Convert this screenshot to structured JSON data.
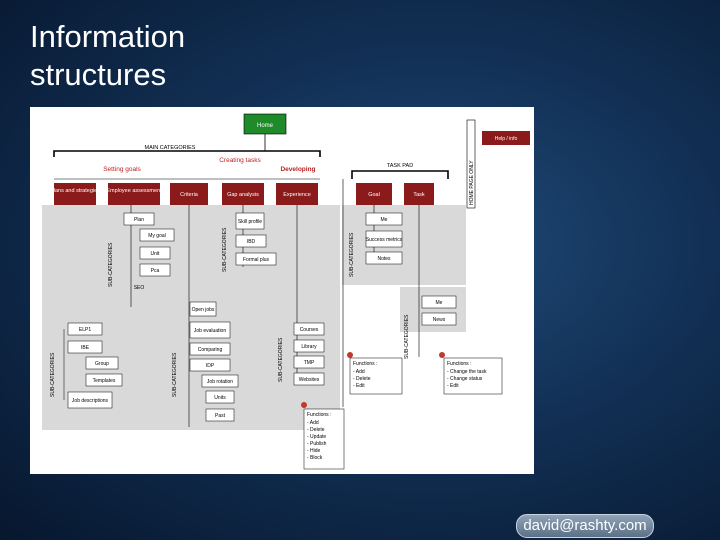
{
  "slide": {
    "title_lines": [
      "Information",
      "structures"
    ],
    "footer_badge": "david@rashty.com"
  },
  "colors": {
    "background": "#123055",
    "red_box": "#8b1a1a",
    "green_box": "#1f8a2a",
    "gray_panel": "#d9d9d9",
    "line": "#222222"
  },
  "diagram": {
    "home": "Home",
    "home_page_only": "HOME PAGE ONLY",
    "help": "Help / info",
    "main_categories": "MAIN CATEGORIES",
    "task_pad": "TASK PAD",
    "setting_goals": "Setting goals",
    "creating_tasks": "Creating tasks",
    "developing": "Developing",
    "red_boxes": {
      "plans": "Plans and strategies",
      "employee": "Employee assessment",
      "criteria": "Criteria",
      "gap": "Gap analysis",
      "experience": "Experience",
      "goal": "Goal",
      "task": "Task"
    },
    "sub_categories": "SUB-CATEGORIES",
    "boxes": {
      "plan": "Plan",
      "my_goal": "My goal",
      "unit": "Unit",
      "pca": "Pca",
      "seo": "SEO",
      "skill_profile": "Skill profile",
      "ibd": "IBD",
      "formal_plus": "Formal plus",
      "elp1": "ELP1",
      "ibe": "IBE",
      "group": "Group",
      "templates": "Templates",
      "job_description": "Job descriptions",
      "open_jobs": "Open jobs",
      "job_evaluation": "Job evaluation",
      "comparing": "Comparing",
      "idp": "IDP",
      "job_rotation": "Job rotation",
      "units": "Units",
      "past": "Past",
      "courses": "Courses",
      "library": "Library",
      "tmp": "TMP",
      "websites": "Websites",
      "me": "Me",
      "success_metrics": "Success metrics",
      "notes": "Notes",
      "me2": "Me",
      "news": "News"
    },
    "functions_1": [
      "Functions :",
      "- Add",
      "- Delete",
      "- Edit"
    ],
    "functions_2": [
      "Functions :",
      "- Change the task",
      "- Change status",
      "- Edit"
    ],
    "functions_3": [
      "Functions :",
      "- Add",
      "- Delete",
      "- Update",
      "- Publish",
      "- Hide",
      "- Block"
    ]
  }
}
